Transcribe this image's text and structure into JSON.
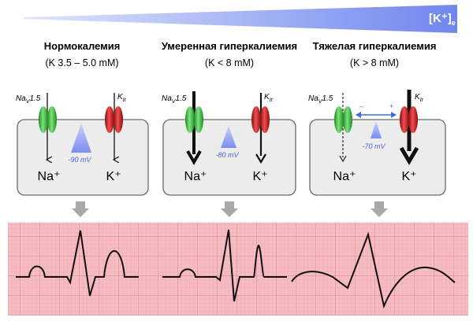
{
  "concentration_label": "[K⁺]",
  "concentration_subscript": "e",
  "panels": [
    {
      "title": "Нормокалемия",
      "subtitle": "(K 3.5 – 5.0 mM)",
      "nav_channel": "Na",
      "nav_channel_sub": "V",
      "nav_channel_suffix": "1.5",
      "kir_channel": "K",
      "kir_channel_sub": "Ir",
      "membrane_potential": "-90 mV",
      "na_ion": "Na⁺",
      "k_ion": "K⁺"
    },
    {
      "title": "Умеренная гиперкалиемия",
      "subtitle": "(K < 8 mM)",
      "nav_channel": "Na",
      "nav_channel_sub": "V",
      "nav_channel_suffix": "1.5",
      "kir_channel": "K",
      "kir_channel_sub": "Ir",
      "membrane_potential": "-80 mV",
      "na_ion": "Na⁺",
      "k_ion": "K⁺"
    },
    {
      "title": "Тяжелая гиперкалиемия",
      "subtitle": "(K > 8 mM)",
      "nav_channel": "Na",
      "nav_channel_sub": "V",
      "nav_channel_suffix": "1.5",
      "kir_channel": "K",
      "kir_channel_sub": "Ir",
      "membrane_potential": "-70 mV",
      "na_ion": "Na⁺",
      "k_ion": "K⁺",
      "minus_sign": "–",
      "plus_sign": "+"
    }
  ],
  "colors": {
    "wedge": "#7f93f0",
    "cell_fill": "#ececec",
    "cell_stroke": "#6b6b6b",
    "nav_green": "#3cc43c",
    "kir_red": "#d42020",
    "potential_blue": "#8a9af0",
    "ecg_paper": "#f3b8bd",
    "ecg_grid": "#e79aa1",
    "down_arrow": "#a8a8a8"
  }
}
